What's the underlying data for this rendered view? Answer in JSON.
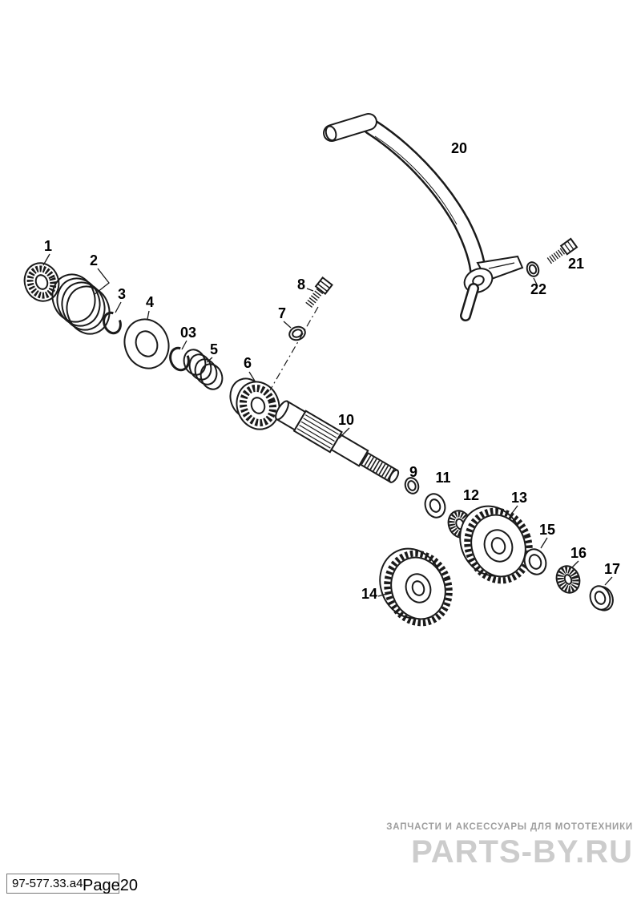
{
  "diagram": {
    "description": "Kick starter exploded parts diagram",
    "stroke_color": "#1a1a1a",
    "background_color": "#ffffff",
    "parts": [
      {
        "label": "1"
      },
      {
        "label": "2"
      },
      {
        "label": "3"
      },
      {
        "label": "4"
      },
      {
        "label": "03"
      },
      {
        "label": "5"
      },
      {
        "label": "6"
      },
      {
        "label": "7"
      },
      {
        "label": "8"
      },
      {
        "label": "10"
      },
      {
        "label": "9"
      },
      {
        "label": "11"
      },
      {
        "label": "12"
      },
      {
        "label": "13"
      },
      {
        "label": "14"
      },
      {
        "label": "15"
      },
      {
        "label": "16"
      },
      {
        "label": "17"
      },
      {
        "label": "20"
      },
      {
        "label": "21"
      },
      {
        "label": "22"
      }
    ]
  },
  "footer": {
    "code": "97-577.33.a4",
    "page": "Page20"
  },
  "watermark": {
    "tagline": "ЗАПЧАСТИ И АКСЕССУАРЫ ДЛЯ МОТОТЕХНИКИ",
    "logo": "PARTS-BY.RU",
    "tagline_color": "#9e9e9e",
    "logo_color": "#cccccc"
  }
}
